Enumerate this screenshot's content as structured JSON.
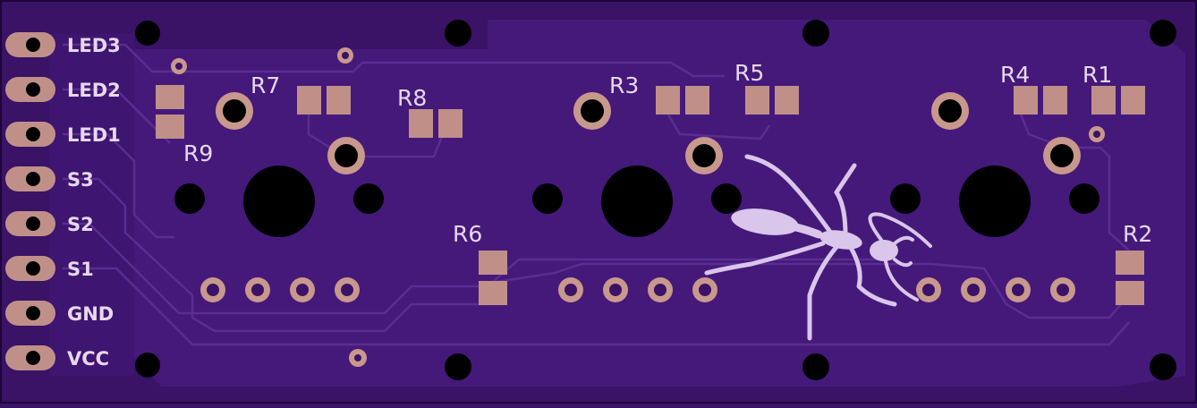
{
  "colors": {
    "board": "#3d136c",
    "copper_pour": "#451a78",
    "trace": "#5a2a90",
    "pad": "#c09088",
    "pad_ring": "#c8988c",
    "hole": "#000000",
    "silk": "#e6d8ee",
    "ant": "#d9c6ea",
    "edge": "#1e0638"
  },
  "connector_labels": [
    "LED3",
    "LED2",
    "LED1",
    "S3",
    "S2",
    "S1",
    "GND",
    "VCC"
  ],
  "resistor_labels": {
    "r7": "R7",
    "r8": "R8",
    "r9": "R9",
    "r6": "R6",
    "r3": "R3",
    "r5": "R5",
    "r4": "R4",
    "r1": "R1",
    "r2": "R2"
  },
  "graphics": {
    "logo": "ant-silhouette-icon"
  }
}
